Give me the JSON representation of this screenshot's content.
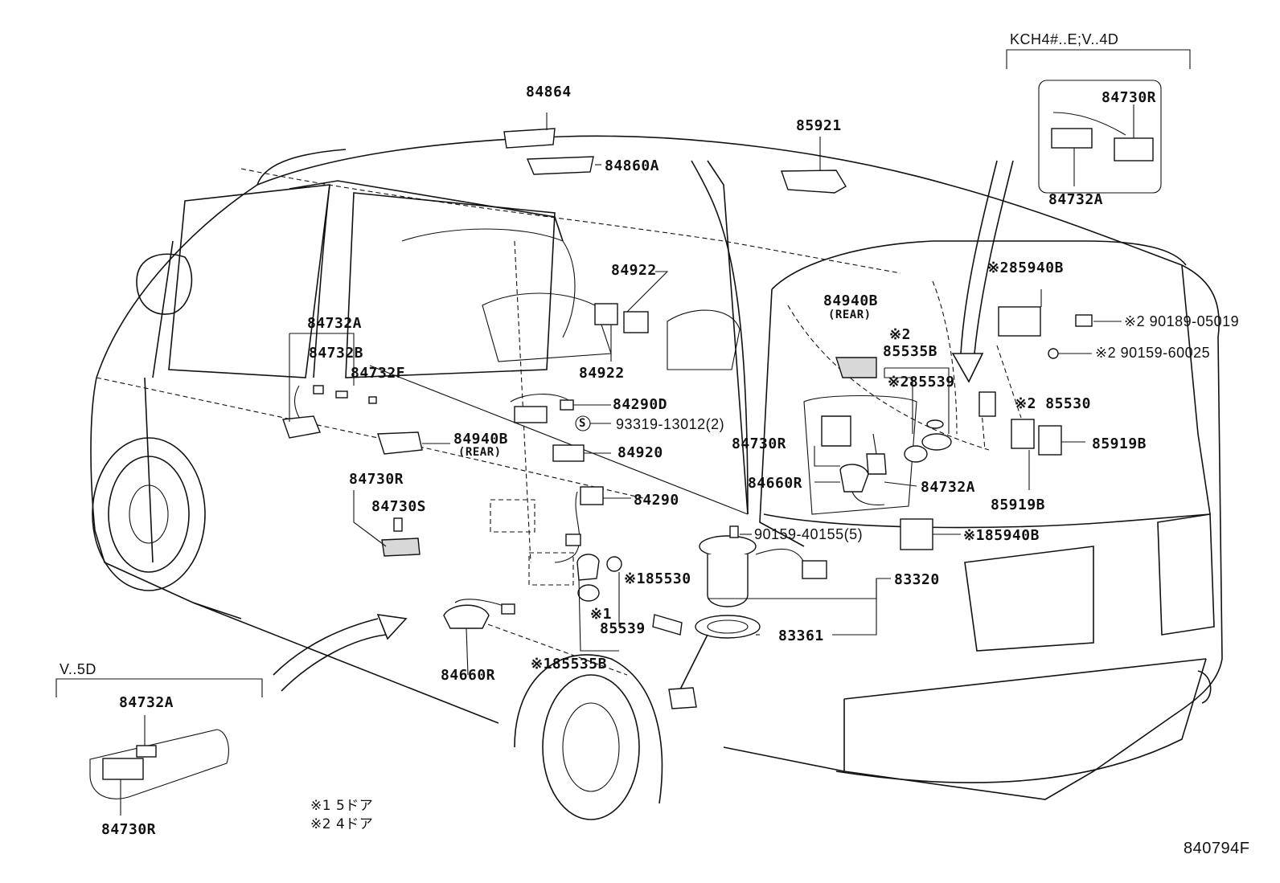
{
  "variants": {
    "top_right_box": "KCH4#..E;V..4D",
    "bottom_left_box": "V..5D"
  },
  "labels": {
    "p84864": "84864",
    "p84860A": "84860A",
    "p85921": "85921",
    "p84730R_tr": "84730R",
    "p84732A_tr": "84732A",
    "p85940B_2": "※285940B",
    "p84922_top": "84922",
    "p84922_bot": "84922",
    "p84940B_right": "84940B",
    "rear_right": "(REAR)",
    "mark2_right": "※2",
    "p85535B": "85535B",
    "p85539_2": "※285539",
    "p90189": "※2 90189-05019",
    "p90159_60025": "※2 90159-60025",
    "p85530_2": "※2 85530",
    "p85919B_r": "85919B",
    "p85919B_b": "85919B",
    "p84730R_mid": "84730R",
    "p84660R_r": "84660R",
    "p84732A_mid": "84732A",
    "p84732A_left": "84732A",
    "p84732B": "84732B",
    "p84732F": "84732F",
    "p84290D": "84290D",
    "p93319": "93319-13012(2)",
    "s_mark": "S",
    "p84940B_left": "84940B",
    "rear_left": "(REAR)",
    "p84920": "84920",
    "p84730R_left": "84730R",
    "p84730S": "84730S",
    "p84290": "84290",
    "p90159_40155": "90159-40155(5)",
    "p85940B_1": "※185940B",
    "p83320": "83320",
    "p185530": "※185530",
    "mark1": "※1",
    "p85539": "85539",
    "p83361": "83361",
    "p84660R_b": "84660R",
    "p185535B": "※185535B",
    "p84732A_bl": "84732A",
    "p84730R_bl": "84730R"
  },
  "legend": {
    "line1": "※1 5ドア",
    "line2": "※2 4ドア"
  },
  "figure_code": "840794F"
}
